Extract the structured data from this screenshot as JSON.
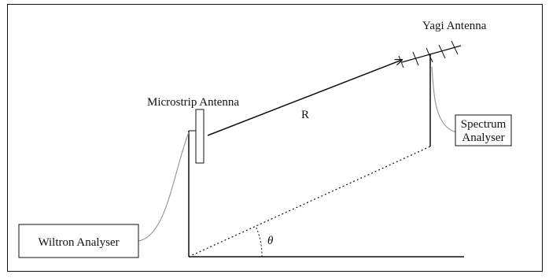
{
  "diagram": {
    "microstrip_label": "Microstrip Antenna",
    "yagi_label": "Yagi Antenna",
    "range_label": "R",
    "angle_label": "θ",
    "wiltron_label": "Wiltron Analyser",
    "spectrum_label_line1": "Spectrum",
    "spectrum_label_line2": "Analyser"
  },
  "colors": {
    "line": "#111111",
    "cable": "#9a9a9a",
    "background": "#ffffff"
  }
}
